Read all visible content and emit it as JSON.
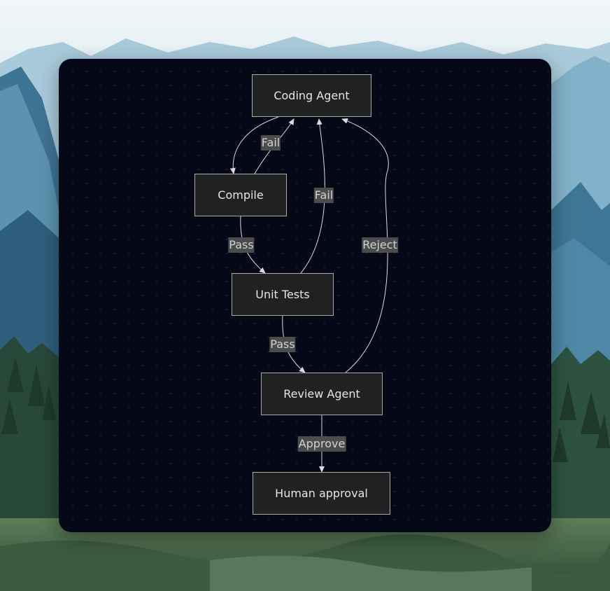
{
  "diagram": {
    "nodes": {
      "coding_agent": "Coding Agent",
      "compile": "Compile",
      "unit_tests": "Unit Tests",
      "review_agent": "Review Agent",
      "human_approval": "Human approval"
    },
    "edges": [
      {
        "from": "Coding Agent",
        "to": "Compile",
        "label": ""
      },
      {
        "from": "Compile",
        "to": "Coding Agent",
        "label": "Fail"
      },
      {
        "from": "Compile",
        "to": "Unit Tests",
        "label": "Pass"
      },
      {
        "from": "Unit Tests",
        "to": "Coding Agent",
        "label": "Fail"
      },
      {
        "from": "Unit Tests",
        "to": "Review Agent",
        "label": "Pass"
      },
      {
        "from": "Review Agent",
        "to": "Coding Agent",
        "label": "Reject"
      },
      {
        "from": "Review Agent",
        "to": "Human approval",
        "label": "Approve"
      }
    ]
  },
  "colors": {
    "card_background": "#040817",
    "node_fill": "#212121",
    "node_border": "#a9a9a9",
    "edge_stroke": "#dcdcdc",
    "label_background": "#4c4c4c"
  }
}
